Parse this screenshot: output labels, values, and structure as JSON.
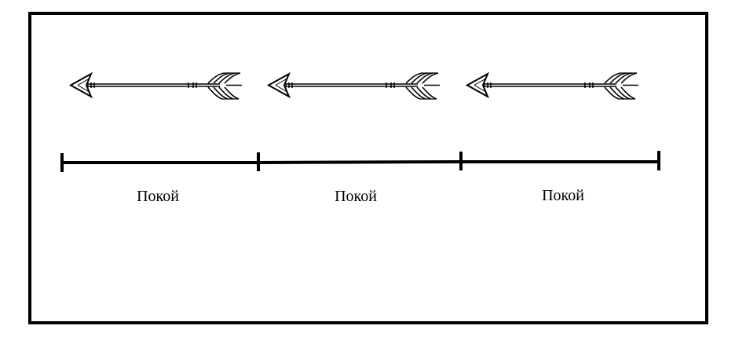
{
  "segments": [
    {
      "label": "Покой"
    },
    {
      "label": "Покой"
    },
    {
      "label": "Покой"
    }
  ],
  "arrow": {
    "icon": "arrow-left-icon",
    "count": 3
  },
  "colors": {
    "line": "#000000",
    "background": "#ffffff"
  }
}
